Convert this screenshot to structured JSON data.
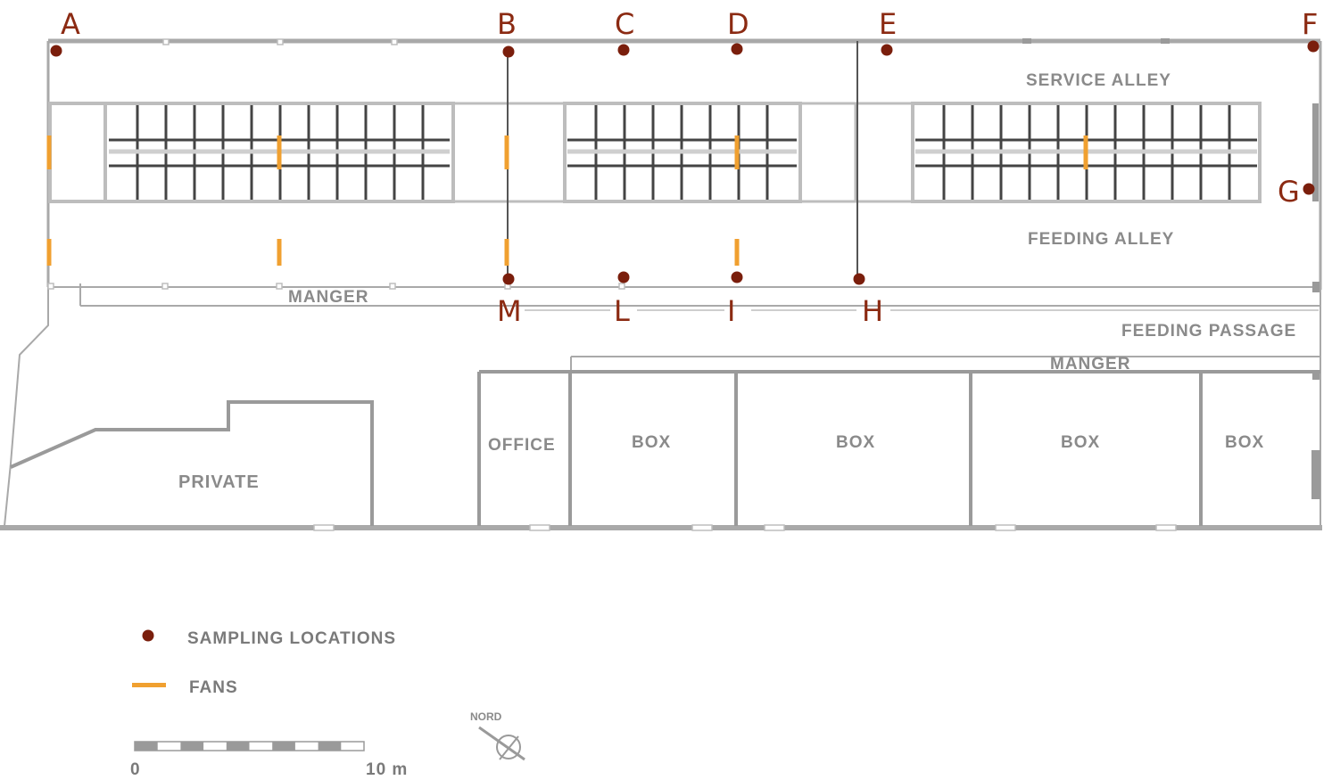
{
  "areas": {
    "service_alley": "SERVICE ALLEY",
    "feeding_alley": "FEEDING ALLEY",
    "manger_top": "MANGER",
    "feeding_passage": "FEEDING PASSAGE",
    "manger_bottom": "MANGER",
    "private": "PRIVATE",
    "office": "OFFICE",
    "boxes": [
      "BOX",
      "BOX",
      "BOX",
      "BOX"
    ]
  },
  "sampling_points": [
    "A",
    "B",
    "C",
    "D",
    "E",
    "F",
    "G",
    "H",
    "I",
    "L",
    "M"
  ],
  "legend": {
    "sampling_locations": "SAMPLING LOCATIONS",
    "fans": "FANS"
  },
  "scale": {
    "start": "0",
    "end": "10 m"
  },
  "compass": {
    "label": "NORD",
    "icon": "north-arrow-icon"
  },
  "colors": {
    "sampling_point": "#7a1e0c",
    "point_label": "#8b2a12",
    "fan": "#f0a030",
    "walls": "#a9a9a9",
    "stall_bars": "#444444"
  }
}
